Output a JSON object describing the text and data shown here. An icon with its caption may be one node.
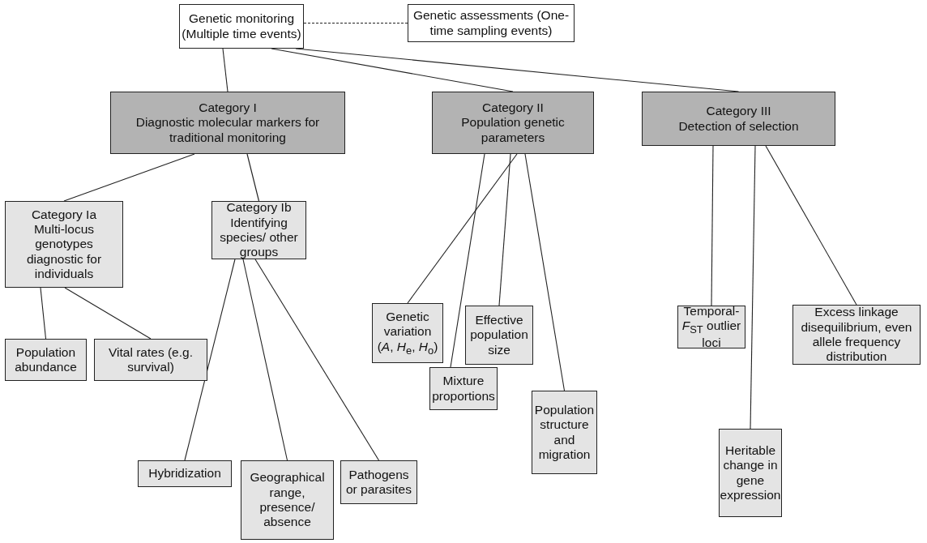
{
  "diagram": {
    "nodes": [
      {
        "text": [
          "Genetic monitoring (Multiple time events)"
        ]
      },
      {
        "text": [
          "Genetic assessments (One-time sampling events)"
        ]
      },
      {
        "text": [
          "Category I",
          "Diagnostic molecular markers for traditional monitoring"
        ]
      },
      {
        "text": [
          "Category II",
          "Population genetic parameters"
        ]
      },
      {
        "text": [
          "Category III",
          "Detection of selection"
        ]
      },
      {
        "text": [
          "Category Ia",
          "Multi-locus genotypes diagnostic for individuals"
        ]
      },
      {
        "text": [
          "Category Ib",
          "Identifying species/ other groups"
        ]
      },
      {
        "text": [
          "Population abundance"
        ]
      },
      {
        "text": [
          "Vital rates (e.g. survival)"
        ]
      },
      {
        "text": [
          "Hybridization"
        ]
      },
      {
        "text": [
          "Geographical range, presence/ absence"
        ]
      },
      {
        "text": [
          "Pathogens or parasites"
        ]
      },
      {
        "text": [
          "Genetic variation",
          "(*A*, *H*$_{e}$, *H*$_{o}$)"
        ]
      },
      {
        "text": [
          "Mixture proportions"
        ]
      },
      {
        "text": [
          "Effective population size"
        ]
      },
      {
        "text": [
          "Population structure and migration"
        ]
      },
      {
        "text": [
          "Temporal-*F*$_{ST}$ outlier loci"
        ]
      },
      {
        "text": [
          "Heritable change in gene expression"
        ]
      },
      {
        "text": [
          "Excess linkage disequilibrium, even allele frequency distribution"
        ]
      }
    ],
    "edges": [
      {
        "from": 0,
        "to": 1,
        "arrow": "none",
        "style": "dashed"
      },
      {
        "from": 0,
        "to": 2,
        "arrow": "none"
      },
      {
        "from": 0,
        "to": 3,
        "arrow": "none"
      },
      {
        "from": 0,
        "to": 4,
        "arrow": "none"
      },
      {
        "from": 2,
        "to": 5,
        "arrow": "none"
      },
      {
        "from": 2,
        "to": 6,
        "arrow": "none"
      },
      {
        "from": 5,
        "to": 7,
        "arrow": "none"
      },
      {
        "from": 5,
        "to": 8,
        "arrow": "none"
      },
      {
        "from": 6,
        "to": 9,
        "arrow": "none"
      },
      {
        "from": 6,
        "to": 10,
        "arrow": "none"
      },
      {
        "from": 6,
        "to": 11,
        "arrow": "none"
      },
      {
        "from": 3,
        "to": 12,
        "arrow": "none"
      },
      {
        "from": 3,
        "to": 13,
        "arrow": "none"
      },
      {
        "from": 3,
        "to": 14,
        "arrow": "none"
      },
      {
        "from": 3,
        "to": 15,
        "arrow": "none"
      },
      {
        "from": 4,
        "to": 16,
        "arrow": "none"
      },
      {
        "from": 4,
        "to": 17,
        "arrow": "none"
      },
      {
        "from": 4,
        "to": 18,
        "arrow": "none"
      }
    ]
  }
}
